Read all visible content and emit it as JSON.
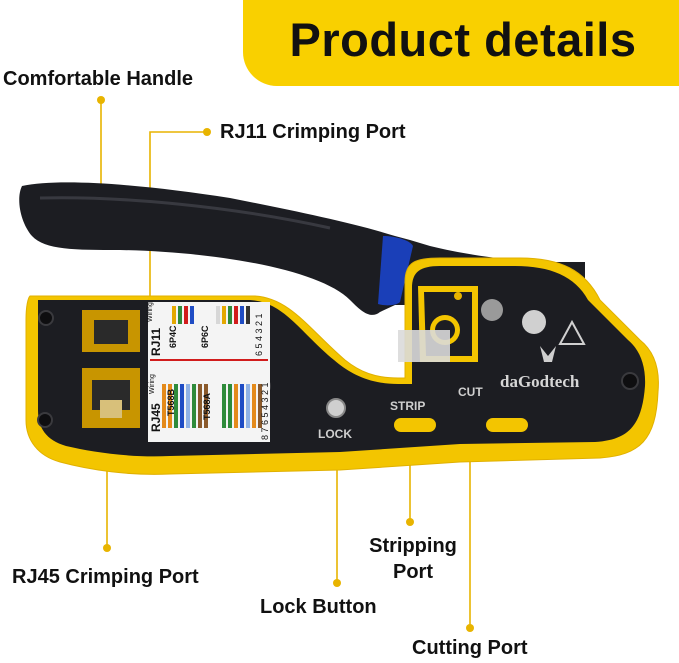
{
  "banner": {
    "title": "Product details"
  },
  "callouts": {
    "handle": "Comfortable Handle",
    "rj11": "RJ11 Crimping Port",
    "rj45": "RJ45 Crimping Port",
    "lock": "Lock Button",
    "stripping_line1": "Stripping",
    "stripping_line2": "Port",
    "cutting": "Cutting Port"
  },
  "tool_markings": {
    "brand": "daGodtech",
    "lock": "LOCK",
    "strip": "STRIP",
    "cut": "CUT",
    "rj11": "RJ11",
    "rj11_wiring": "Wiring",
    "rj45": "RJ45",
    "rj45_wiring": "Wiring",
    "c6p4c": "6P4C",
    "c6p6c": "6P6C",
    "t568b": "T568B",
    "t568a": "T568A",
    "pins_top": "6 5 4 3 2 1",
    "pins_bottom": "8 7 6 5 4 3 2 1"
  },
  "colors": {
    "accent_yellow": "#f9d000",
    "body_black": "#1c1d22",
    "handle_blue": "#1a3fb8",
    "callout_line": "#e8b400"
  }
}
